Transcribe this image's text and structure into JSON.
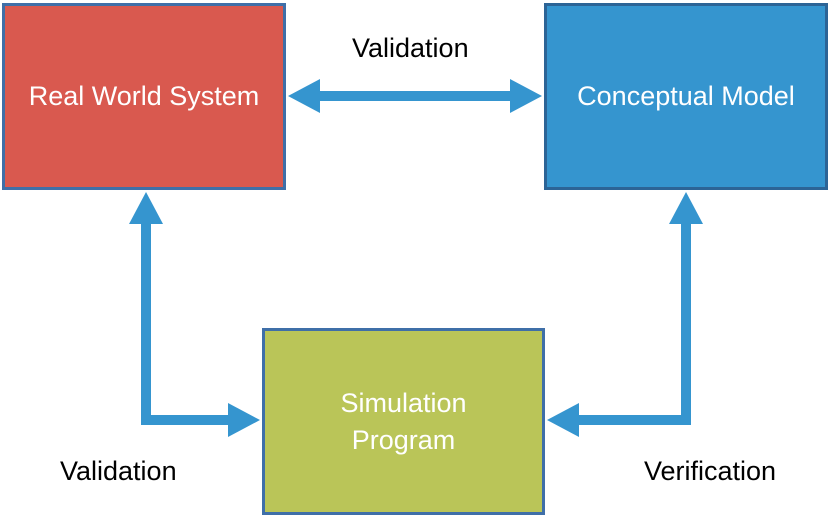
{
  "diagram": {
    "nodes": {
      "real_world_system": {
        "label": "Real World System",
        "color": "#d9594f"
      },
      "conceptual_model": {
        "label": "Conceptual Model",
        "color": "#3595cf"
      },
      "simulation_program": {
        "label": "Simulation\nProgram",
        "color": "#bac558"
      }
    },
    "edges": {
      "real_conceptual": {
        "label": "Validation",
        "from": "real_world_system",
        "to": "conceptual_model",
        "direction": "both"
      },
      "real_simulation": {
        "label": "Validation",
        "from": "real_world_system",
        "to": "simulation_program",
        "direction": "both"
      },
      "conceptual_simulation": {
        "label": "Verification",
        "from": "conceptual_model",
        "to": "simulation_program",
        "direction": "both"
      }
    },
    "arrow_color": "#3595cf"
  }
}
